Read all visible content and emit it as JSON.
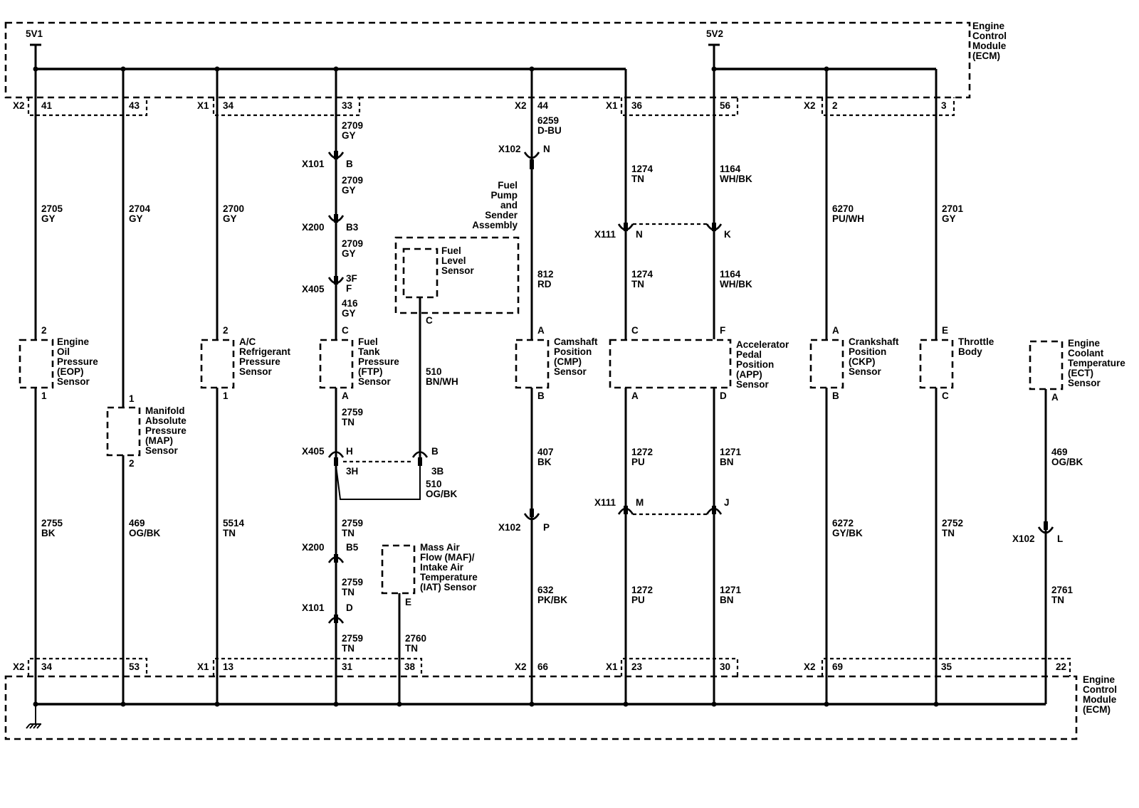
{
  "ecm_label": [
    "Engine",
    "Control",
    "Module",
    "(ECM)"
  ],
  "supplies": [
    "5V1",
    "5V2"
  ],
  "top_pins": [
    {
      "conn": "X2",
      "pins": [
        "41",
        "43"
      ]
    },
    {
      "conn": "X1",
      "pins": [
        "34",
        "33"
      ]
    },
    {
      "conn": "X2",
      "pins": [
        "44"
      ]
    },
    {
      "conn": "X1",
      "pins": [
        "36",
        "56"
      ]
    },
    {
      "conn": "X2",
      "pins": [
        "2",
        "3"
      ]
    }
  ],
  "bottom_pins": [
    {
      "conn": "X2",
      "pins": [
        "34",
        "53"
      ]
    },
    {
      "conn": "X1",
      "pins": [
        "13",
        "31",
        "38"
      ]
    },
    {
      "conn": "X2",
      "pins": [
        "66"
      ]
    },
    {
      "conn": "X1",
      "pins": [
        "23",
        "30"
      ]
    },
    {
      "conn": "X2",
      "pins": [
        "69",
        "35",
        "22"
      ]
    }
  ],
  "components": [
    {
      "name": [
        "Engine",
        "Oil",
        "Pressure",
        "(EOP)",
        "Sensor"
      ],
      "pins": [
        "2",
        "1"
      ]
    },
    {
      "name": [
        "Manifold",
        "Absolute",
        "Pressure",
        "(MAP)",
        "Sensor"
      ],
      "pins": [
        "1",
        "2"
      ]
    },
    {
      "name": [
        "A/C",
        "Refrigerant",
        "Pressure",
        "Sensor"
      ],
      "pins": [
        "2",
        "1"
      ]
    },
    {
      "name": [
        "Fuel",
        "Tank",
        "Pressure",
        "(FTP)",
        "Sensor"
      ],
      "pins": [
        "C",
        "A"
      ]
    },
    {
      "name": [
        "Fuel",
        "Level",
        "Sensor"
      ],
      "pins": [
        "C"
      ]
    },
    {
      "name": [
        "Fuel",
        "Pump",
        "and",
        "Sender",
        "Assembly"
      ],
      "pins": []
    },
    {
      "name": [
        "Mass Air",
        "Flow (MAF)/",
        "Intake Air",
        "Temperature",
        "(IAT) Sensor"
      ],
      "pins": [
        "E"
      ]
    },
    {
      "name": [
        "Camshaft",
        "Position",
        "(CMP)",
        "Sensor"
      ],
      "pins": [
        "A",
        "B"
      ]
    },
    {
      "name": [
        "Accelerator",
        "Pedal",
        "Position",
        "(APP)",
        "Sensor"
      ],
      "pins": [
        "C",
        "F",
        "A",
        "D"
      ]
    },
    {
      "name": [
        "Crankshaft",
        "Position",
        "(CKP)",
        "Sensor"
      ],
      "pins": [
        "A",
        "B"
      ]
    },
    {
      "name": [
        "Throttle",
        "Body"
      ],
      "pins": [
        "E",
        "C"
      ]
    },
    {
      "name": [
        "Engine",
        "Coolant",
        "Temperature",
        "(ECT)",
        "Sensor"
      ],
      "pins": [
        "A"
      ]
    }
  ],
  "wires": [
    {
      "circuit": "2705",
      "color": "GY"
    },
    {
      "circuit": "2704",
      "color": "GY"
    },
    {
      "circuit": "2700",
      "color": "GY"
    },
    {
      "circuit": "2709",
      "color": "GY"
    },
    {
      "circuit": "416",
      "color": "GY"
    },
    {
      "circuit": "6259",
      "color": "D-BU"
    },
    {
      "circuit": "812",
      "color": "RD"
    },
    {
      "circuit": "1274",
      "color": "TN"
    },
    {
      "circuit": "1164",
      "color": "WH/BK"
    },
    {
      "circuit": "6270",
      "color": "PU/WH"
    },
    {
      "circuit": "2701",
      "color": "GY"
    },
    {
      "circuit": "2755",
      "color": "BK"
    },
    {
      "circuit": "469",
      "color": "OG/BK"
    },
    {
      "circuit": "5514",
      "color": "TN"
    },
    {
      "circuit": "2759",
      "color": "TN"
    },
    {
      "circuit": "510",
      "color": "BN/WH"
    },
    {
      "circuit": "510",
      "color": "OG/BK"
    },
    {
      "circuit": "2760",
      "color": "TN"
    },
    {
      "circuit": "407",
      "color": "BK"
    },
    {
      "circuit": "632",
      "color": "PK/BK"
    },
    {
      "circuit": "1272",
      "color": "PU"
    },
    {
      "circuit": "1271",
      "color": "BN"
    },
    {
      "circuit": "6272",
      "color": "GY/BK"
    },
    {
      "circuit": "2752",
      "color": "TN"
    },
    {
      "circuit": "2761",
      "color": "TN"
    }
  ],
  "inline_connectors": [
    {
      "id": "X101",
      "pins": [
        "B",
        "D"
      ]
    },
    {
      "id": "X200",
      "pins": [
        "B3",
        "B5"
      ]
    },
    {
      "id": "X405",
      "pins": [
        "3F",
        "F",
        "H",
        "3H",
        "B",
        "3B"
      ]
    },
    {
      "id": "X102",
      "pins": [
        "N",
        "P",
        "L"
      ]
    },
    {
      "id": "X111",
      "pins": [
        "N",
        "K",
        "M",
        "J"
      ]
    }
  ]
}
